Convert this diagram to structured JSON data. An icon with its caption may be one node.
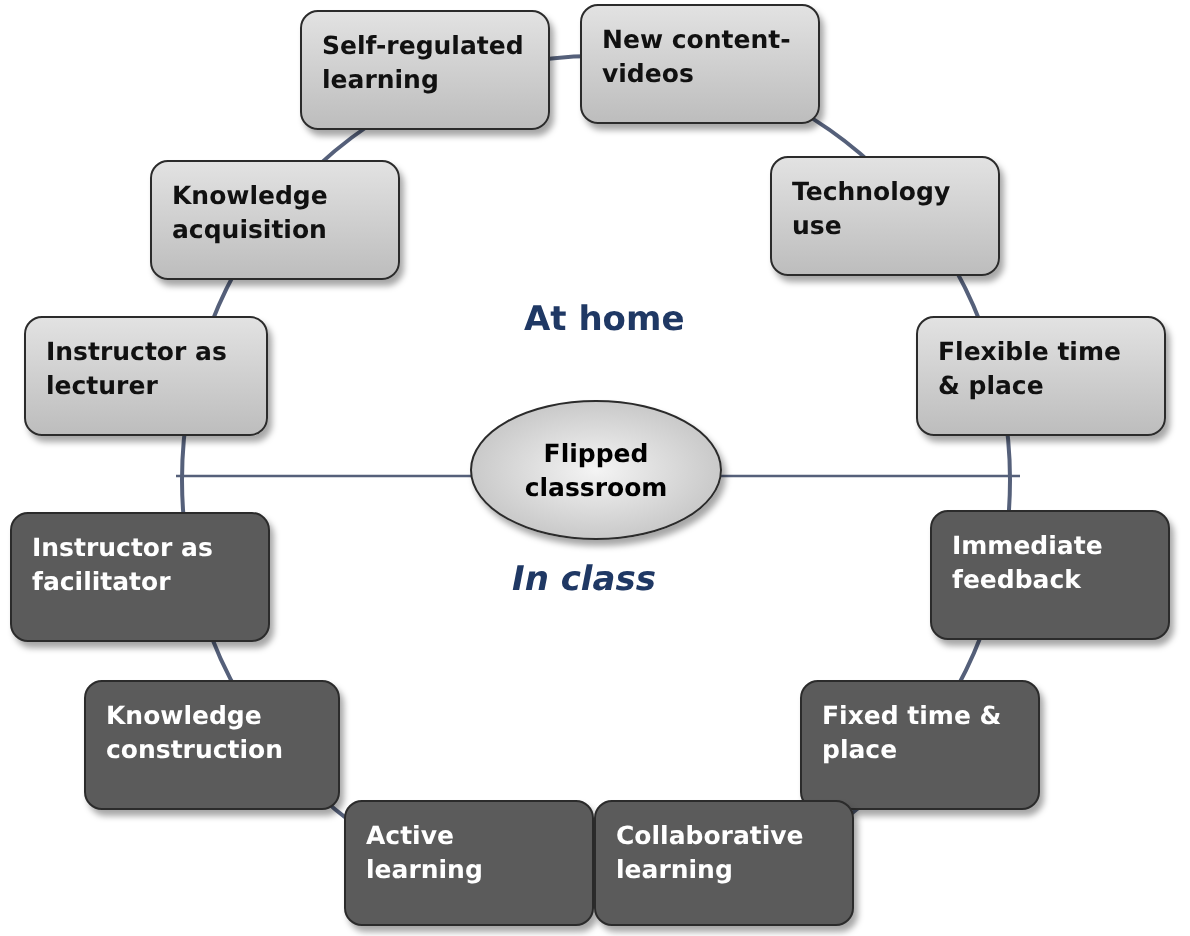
{
  "diagram": {
    "nodes": [
      {
        "text": [
          "Self-regulated learning"
        ]
      },
      {
        "text": [
          "New content-videos"
        ]
      },
      {
        "text": [
          "Knowledge acquisition"
        ]
      },
      {
        "text": [
          "Technology use"
        ]
      },
      {
        "text": [
          "Instructor as lecturer"
        ]
      },
      {
        "text": [
          "Flexible time & place"
        ]
      },
      {
        "text": [
          "Flipped classroom"
        ]
      },
      {
        "text": [
          "Instructor as facilitator"
        ]
      },
      {
        "text": [
          "Immediate feedback"
        ]
      },
      {
        "text": [
          "Knowledge construction"
        ]
      },
      {
        "text": [
          "Fixed time & place"
        ]
      },
      {
        "text": [
          "Active learning"
        ]
      },
      {
        "text": [
          "Collaborative learning"
        ]
      }
    ],
    "labels": [
      "At home",
      "In class"
    ]
  }
}
